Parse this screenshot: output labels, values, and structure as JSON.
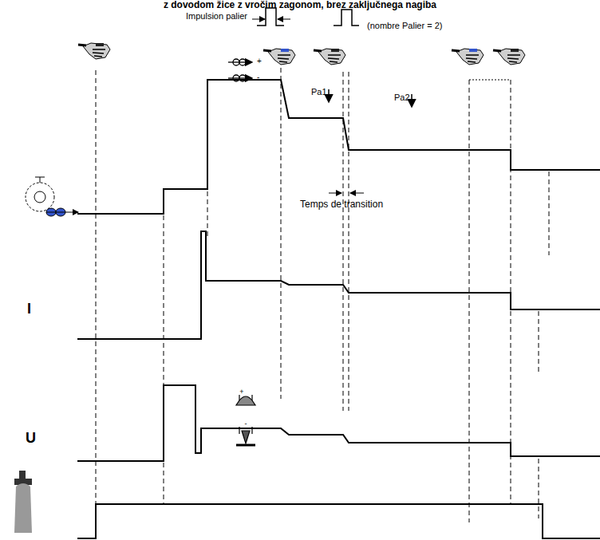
{
  "diagram": {
    "title": "z dovodom žice z vročim zagonom, brez zaključnega nagiba",
    "labels": [
      "Impulsion palier",
      "(nombre Palier = 2)",
      "Pa1",
      "Pa2",
      "Temps de transition",
      "I",
      "U",
      "+",
      "-",
      "+",
      "-"
    ]
  }
}
